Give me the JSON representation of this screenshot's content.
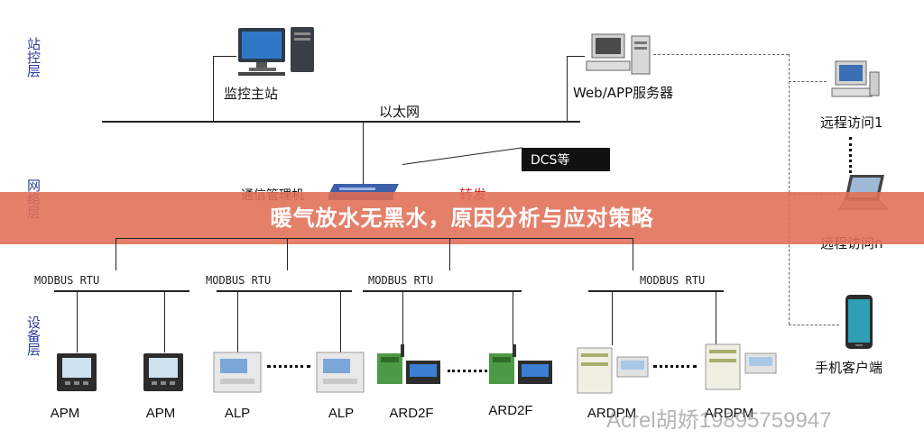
{
  "layers": {
    "station": "站控层",
    "network": "网络层",
    "device": "设备层"
  },
  "top": {
    "monitor_host": "监控主站",
    "web_server": "Web/APP服务器",
    "ethernet": "以太网",
    "dcs": "DCS等",
    "remote_1": "远程访问1",
    "remote_n": "远程访问n",
    "mobile_client": "手机客户端"
  },
  "network": {
    "comm_manager": "通信管理机",
    "forward": "转发"
  },
  "bus_label": "MODBUS RTU",
  "devices": {
    "apm_1": "APM",
    "apm_2": "APM",
    "alp_1": "ALP",
    "alp_2": "ALP",
    "ard2f_1": "ARD2F",
    "ard2f_2": "ARD2F",
    "ardpm_1": "ARDPM",
    "ardpm_2": "ARDPM"
  },
  "banner_title": "暖气放水无黑水，原因分析与应对策略",
  "watermark": "Acrel胡娇19895759947",
  "colors": {
    "layer_label": "#2a3f9c",
    "banner": "#e06e55",
    "forward_text": "#d22a2a"
  }
}
